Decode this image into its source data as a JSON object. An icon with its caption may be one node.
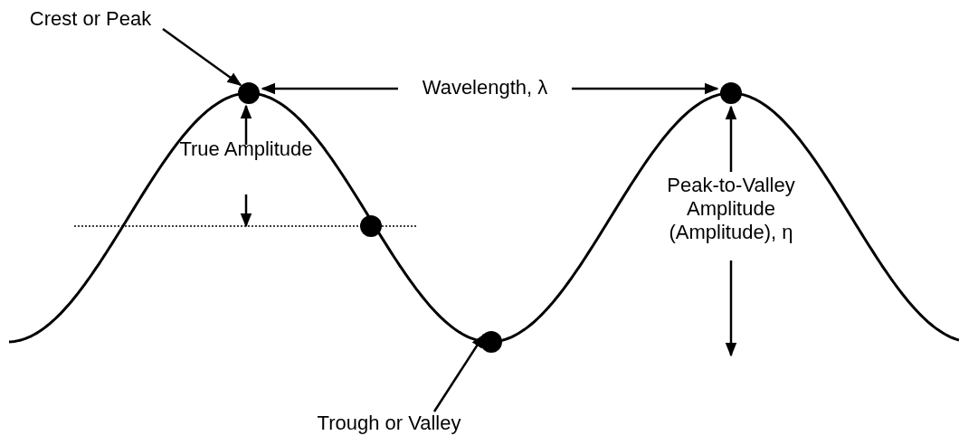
{
  "diagram": {
    "nodes": [
      {
        "text": [
          "Crest or Peak"
        ]
      },
      {
        "text": [],
        "shape": "circle"
      },
      {
        "text": [],
        "shape": "circle"
      },
      {
        "text": [],
        "shape": "circle"
      },
      {
        "text": [],
        "shape": "circle"
      },
      {
        "text": [
          "Trough or Valley"
        ]
      }
    ],
    "edges": [
      {
        "from": 0,
        "to": 1,
        "arrow": "to"
      },
      {
        "from": 5,
        "to": 3,
        "arrow": "to"
      }
    ],
    "labels": [
      "Wavelength, λ",
      "True Amplitude",
      "Peak-to-Valley Amplitude (Amplitude), η"
    ]
  }
}
